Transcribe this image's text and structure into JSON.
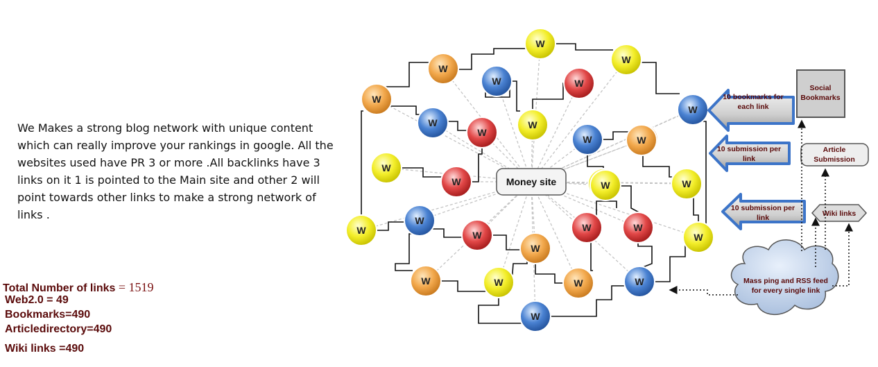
{
  "intro": {
    "text": "We Makes a strong blog network with unique content which can really improve your rankings in google. All the websites used have PR 3 or more .All backlinks have 3 links on it 1 is pointed to the Main site and other 2 will point towards other links to make a strong network of links ."
  },
  "stats": {
    "total_label": "Total Number of links",
    "total_value": "= 1519",
    "web20": "Web2.0 =  49",
    "bookmarks": "Bookmarks=490",
    "articledirectory": "Articledirectory=490",
    "wiki": "Wiki links =490"
  },
  "diagram": {
    "center_label": "Money site",
    "node_label": "W",
    "node_colors": [
      "orange",
      "yellow",
      "blue",
      "red",
      "yellow",
      "orange",
      "blue",
      "red",
      "yellow",
      "orange",
      "blue",
      "yellow",
      "orange",
      "blue",
      "yellow",
      "red",
      "yellow",
      "blue",
      "red",
      "orange",
      "yellow",
      "yellow",
      "orange",
      "red",
      "blue",
      "red",
      "orange",
      "yellow",
      "orange",
      "blue",
      "yellow",
      "blue"
    ],
    "palette": {
      "yellow": [
        "#ffffd0",
        "#f3ee2a",
        "#c8c200"
      ],
      "orange": [
        "#ffe6bc",
        "#f2a84c",
        "#c97a1e"
      ],
      "blue": [
        "#e2efff",
        "#4a82d2",
        "#24549e"
      ],
      "red": [
        "#ffdada",
        "#e24848",
        "#a51c1c"
      ]
    },
    "arrows": [
      {
        "label_lines": [
          "10 bookmarks for",
          "each link"
        ]
      },
      {
        "label_lines": [
          "10 submission per",
          "link"
        ]
      },
      {
        "label_lines": [
          "10 submission per",
          "link"
        ]
      }
    ],
    "social_box": [
      "Social",
      "Bookmarks"
    ],
    "article_box": [
      "Article",
      "Submission"
    ],
    "wiki_box": "Wiki links",
    "cloud": [
      "Mass ping and RSS feed",
      "for every single link"
    ]
  }
}
